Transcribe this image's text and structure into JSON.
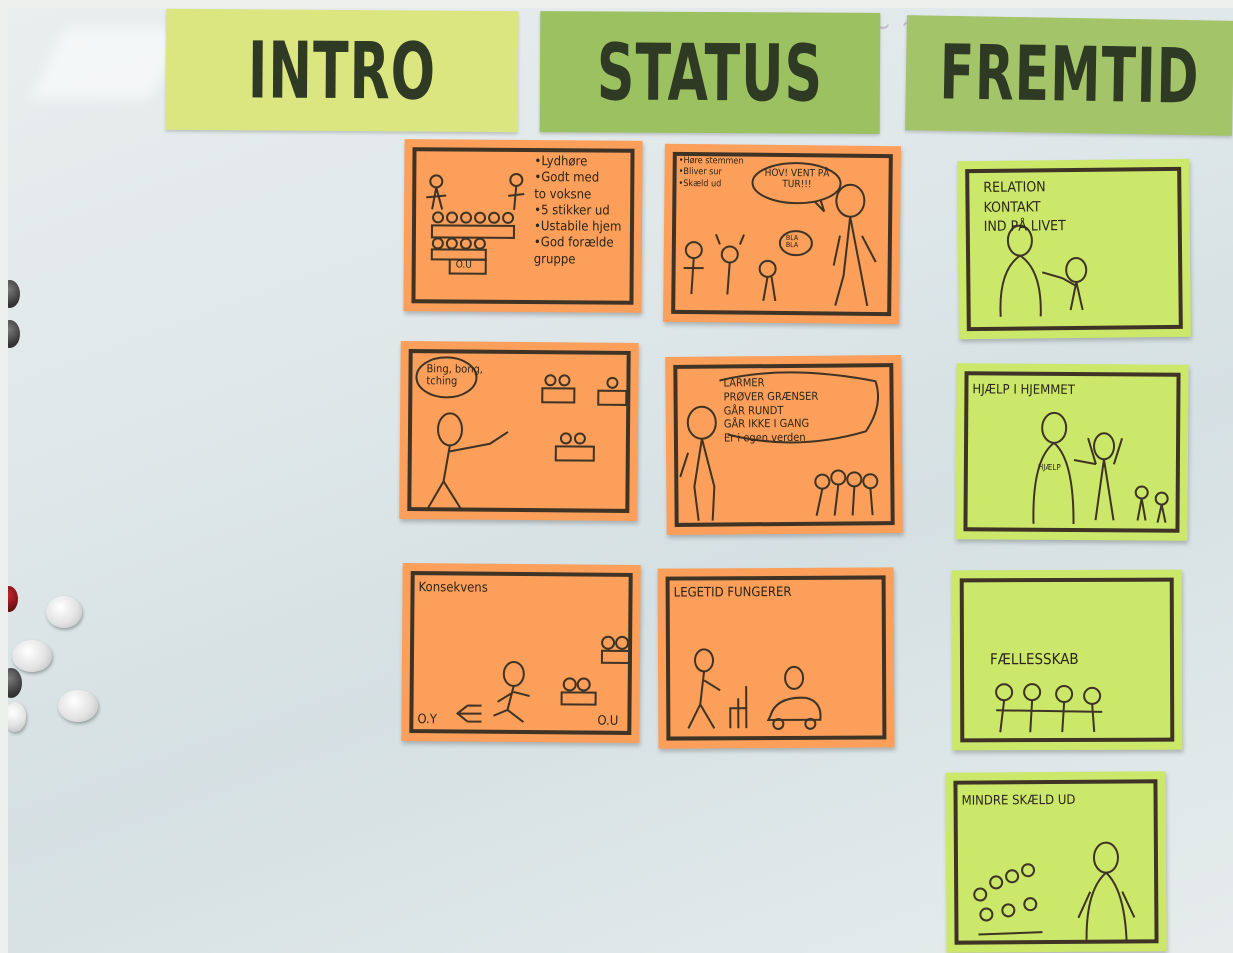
{
  "headers": {
    "intro": "INTRO",
    "status": "STATUS",
    "fremtid": "FREMTID"
  },
  "notes": {
    "intro_1": {
      "bullets": "•Lydhøre\n•Godt med\n to voksne\n•5 stikker ud\n•Ustabile hjem\n•God forælde\n gruppe",
      "label": "O.U"
    },
    "status_1": {
      "bullets": "•Høre stemmen\n•Bliver sur\n•Skæld ud",
      "bubble": "HOV! VENT PÅ\nTUR!!!",
      "small_bubble": "BLA\nBLA"
    },
    "intro_2": {
      "bubble": "Bing, bong,\ntching"
    },
    "status_2": {
      "bubble": "LARMER\nPRØVER GRÆNSER\nGÅR RUNDT\nGÅR IKKE I GANG\nEr i egen verden"
    },
    "intro_3": {
      "title": "Konsekvens",
      "label_left": "O.Y",
      "label_right": "O.U"
    },
    "status_3": {
      "title": "LEGETID FUNGERER"
    },
    "fremtid_1": {
      "title": "RELATION\n       KONTAKT\n        IND PÅ LIVET"
    },
    "fremtid_2": {
      "title": "HJÆLP I HJEMMET",
      "shirt": "HJÆLP"
    },
    "fremtid_3": {
      "title": "FÆLLESSKAB"
    },
    "fremtid_4": {
      "title": "MINDRE SKÆLD UD"
    }
  },
  "colors": {
    "orange_note": "#fb9f5a",
    "green_note": "#cbe86a",
    "header_intro": "#dbe681",
    "header_status": "#9cc160",
    "ink": "#3e3324"
  }
}
